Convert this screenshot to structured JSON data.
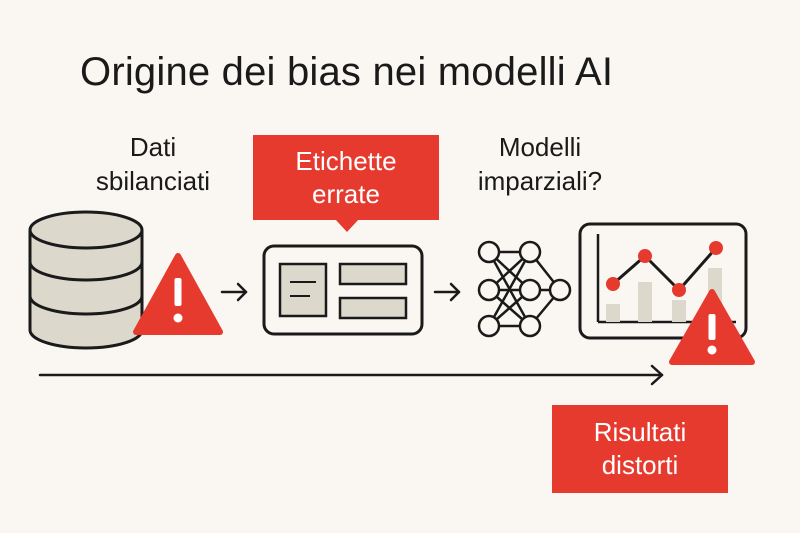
{
  "title": "Origine dei bias nei modelli AI",
  "stages": {
    "dati": {
      "line1": "Dati",
      "line2": "sbilanciati"
    },
    "etichette": {
      "line1": "Etichette",
      "line2": "errate"
    },
    "modelli": {
      "line1": "Modelli",
      "line2": "imparziali?"
    },
    "risultati": {
      "line1": "Risultati",
      "line2": "distorti"
    }
  },
  "icons": {
    "database": "database-icon",
    "warning": "warning-triangle-icon",
    "form": "form-icon",
    "network": "neural-network-icon",
    "chart": "line-chart-icon",
    "arrow": "arrow-right-icon"
  },
  "colors": {
    "accent": "#e63a2e",
    "ink": "#1a1a1a",
    "fill_beige": "#ddd8cc",
    "background": "#faf7f2"
  }
}
